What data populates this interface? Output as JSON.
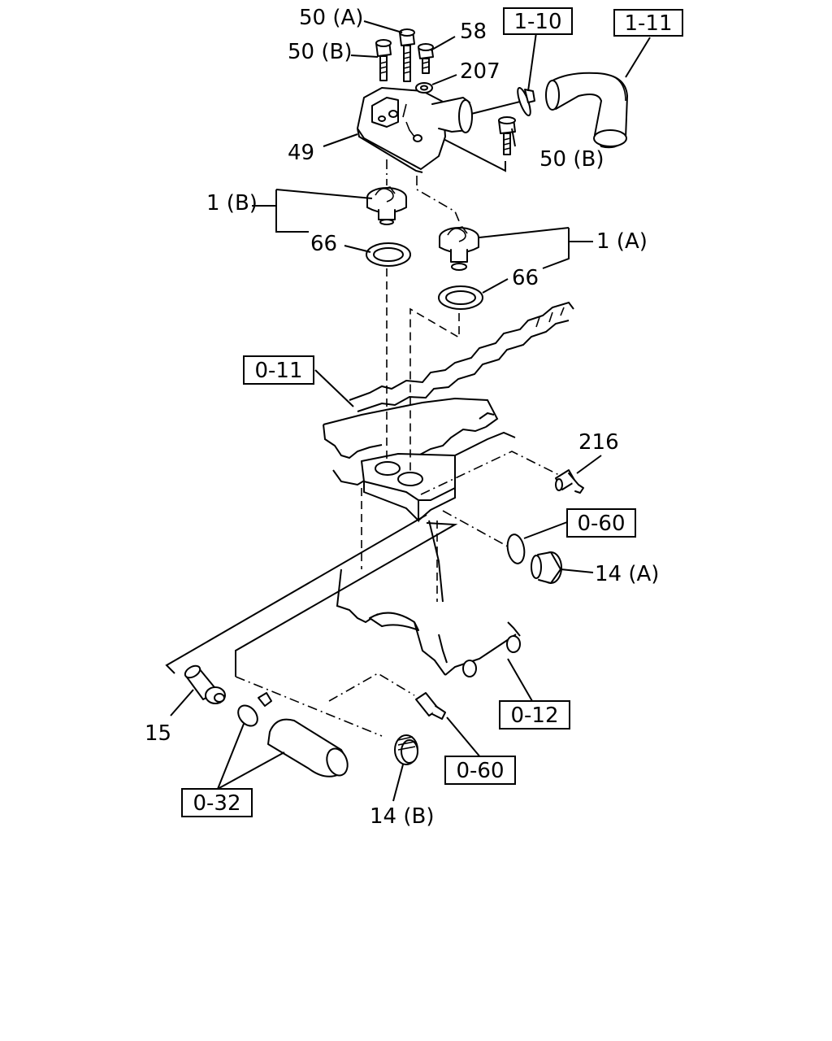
{
  "callouts": {
    "c50a": "50 (A)",
    "c58": "58",
    "c50b_top": "50 (B)",
    "c207": "207",
    "c49": "49",
    "c50b_right": "50 (B)",
    "c1b": "1 (B)",
    "c66_left": "66",
    "c1a": "1 (A)",
    "c66_right": "66",
    "c216": "216",
    "c14a": "14 (A)",
    "c15": "15",
    "c14b": "14 (B)"
  },
  "references": {
    "r1_10": "1-10",
    "r1_11": "1-11",
    "r0_11": "0-11",
    "r0_60_top": "0-60",
    "r0_12": "0-12",
    "r0_60_bottom": "0-60",
    "r0_32": "0-32"
  }
}
